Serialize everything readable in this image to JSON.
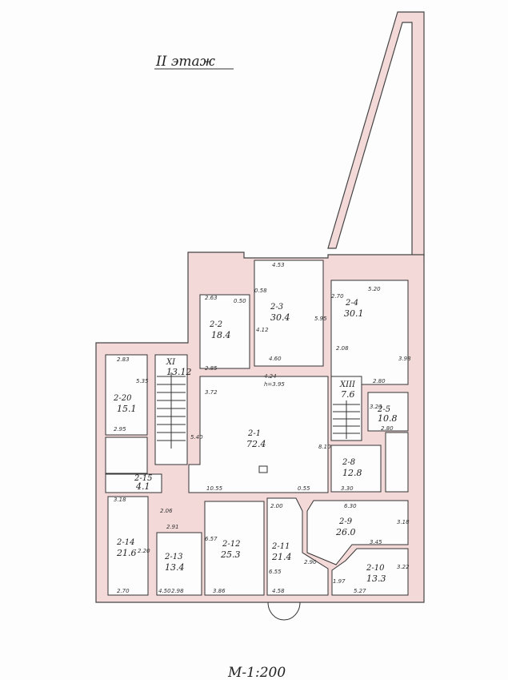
{
  "title": "II этаж",
  "scale": "М-1:200",
  "rooms": [
    {
      "id": "2-1",
      "area": "72.4"
    },
    {
      "id": "2-2",
      "area": "18.4"
    },
    {
      "id": "2-3",
      "area": "30.4"
    },
    {
      "id": "2-4",
      "area": "30.1"
    },
    {
      "id": "2-5",
      "area": "10.8"
    },
    {
      "id": "2-8",
      "area": "12.8"
    },
    {
      "id": "2-9",
      "area": "26.0"
    },
    {
      "id": "2-10",
      "area": "13.3"
    },
    {
      "id": "2-11",
      "area": "21.4"
    },
    {
      "id": "2-12",
      "area": "25.3"
    },
    {
      "id": "2-13",
      "area": "13.4"
    },
    {
      "id": "2-14",
      "area": "21.6"
    },
    {
      "id": "2-15",
      "area": "4.1"
    },
    {
      "id": "2-20",
      "area": "15.1"
    }
  ],
  "stairs": [
    {
      "id": "XI",
      "area": "13.12"
    },
    {
      "id": "XIII",
      "area": "7.6"
    }
  ],
  "dimensions": [
    "2.63",
    "0.50",
    "4.53",
    "0.58",
    "5.20",
    "2.70",
    "5.95",
    "4.12",
    "4.60",
    "2.85",
    "3.72",
    "2.83",
    "5.35",
    "2.95",
    "4.24",
    "h=3.95",
    "5.40",
    "8.10",
    "2.08",
    "2.80",
    "3.98",
    "3.23",
    "2.80",
    "3.30",
    "10.55",
    "3.18",
    "2.06",
    "2.91",
    "6.57",
    "2.00",
    "0.55",
    "6.30",
    "3.18",
    "3.45",
    "2.20",
    "4.50",
    "2.98",
    "3.86",
    "4.58",
    "5.27",
    "3.22",
    "2.70",
    "6.55",
    "2.90",
    "1.97"
  ],
  "colors": {
    "wall": "#f4d9d9",
    "ink": "#333333"
  }
}
